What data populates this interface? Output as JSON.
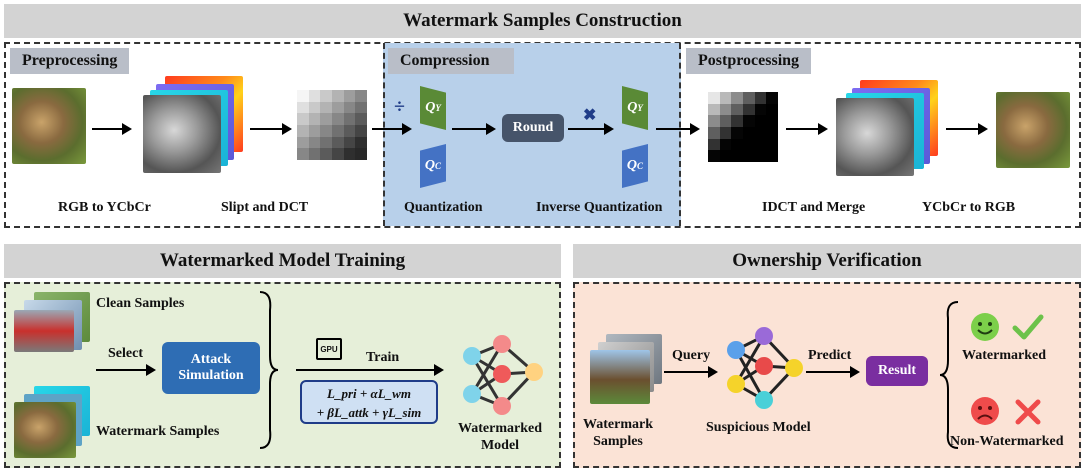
{
  "construction": {
    "title": "Watermark Samples Construction",
    "preprocessing": "Preprocessing",
    "compression": "Compression",
    "postprocessing": "Postprocessing",
    "rgb_to_ycbcr": "RGB to YCbCr",
    "split_dct": "Slipt and DCT",
    "quantization": "Quantization",
    "round": "Round",
    "inverse_quantization": "Inverse Quantization",
    "idct_merge": "IDCT and Merge",
    "ycbcr_to_rgb": "YCbCr to RGB",
    "qy": "Q",
    "qy_sub": "Y",
    "qc": "Q",
    "qc_sub": "C",
    "divide_symbol": "÷",
    "multiply_symbol": "✖"
  },
  "training": {
    "title": "Watermarked Model Training",
    "clean_samples": "Clean Samples",
    "select": "Select",
    "attack_simulation": "Attack Simulation",
    "watermark_samples": "Watermark Samples",
    "gpu": "GPU",
    "train": "Train",
    "loss_line1": "L_pri + αL_wm",
    "loss_line2": "+ βL_attk + γL_sim",
    "watermarked_model": "Watermarked Model"
  },
  "verification": {
    "title": "Ownership Verification",
    "query": "Query",
    "watermark_samples": "Watermark Samples",
    "suspicious_model": "Suspicious Model",
    "predict": "Predict",
    "result": "Result",
    "watermarked": "Watermarked",
    "non_watermarked": "Non-Watermarked"
  },
  "colors": {
    "header_bg": "#d3d3d3",
    "compression_bg": "#b8d0ea",
    "training_bg": "#e6efd9",
    "verification_bg": "#fbe3d6",
    "attack_btn": "#2e6db4",
    "round_btn": "#46546a",
    "result_btn": "#7a2ea0"
  }
}
